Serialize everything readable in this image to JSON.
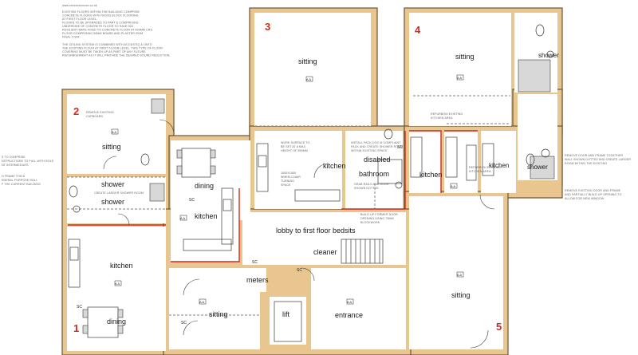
{
  "units": [
    "1",
    "2",
    "3",
    "4",
    "5"
  ],
  "rooms": {
    "sitting": "sitting",
    "shower": "shower",
    "kitchen": "kitchen",
    "dining": "dining",
    "disabled_bathroom_1": "disabled",
    "disabled_bathroom_2": "bathroom",
    "lobby": "lobby to first floor bedsits",
    "cleaner": "cleaner",
    "meters": "meters",
    "lift": "lift",
    "entrance": "entrance"
  },
  "symbols": {
    "sc": "SC",
    "light": "A A"
  },
  "notes": {
    "website": "www.xxxxxxxxxxxxx.co.uk",
    "existing_floors": [
      "EXISTING FLOORS WITHIN THE BUILDING COMPRISE",
      "CONCRETE FLOORS WITH WOOD BLOCK FLOORING",
      "AT FIRST FLOOR LEVEL.",
      "FLOORS TO BE UPGRADED TO PART E COMPRISING",
      "UNDERSIDE OF CONCRETE FLOOR TO HAVE 50X",
      "RESILIENT BARS FIXED TO CONCRETE FLOOR AT 400MM CRS",
      "FLOOR COMPRISING 50MM BOARD AND PLASTER SKIM",
      "FINAL COAT."
    ],
    "ceiling": [
      "THE CEILING SYSTEM IS COMBINED WITH ACOUSTIQ & ONTO",
      "THE EXISTING FLOOR AT FIRST FLOOR LEVEL. THIS TYPE OF FLOOR",
      "COVERING MUST BE TAKEN UP AS PART OF ANY FUTURE",
      "REFURBISHMENT AS IT WILL PROVIDE THE DESIRED SOUND REDUCTION."
    ],
    "left_notes": [
      "S TO COMPRISE",
      "NSTRUCTIONS TO FULL WITH ROLE",
      "NT INTERMEDIATE",
      "",
      "H FRAME THICK",
      "ENERAL PURPOSE ROLL",
      "F THE CURRENT BUILDING"
    ],
    "right_note_1": [
      "REMOVE DOOR AND FRAME TOGETHER",
      "WALL SHOWN DOTTED AND CREATE LARGER",
      "ROOM WITHIN THE EXISTING"
    ],
    "right_note_2": [
      "REMOVE EXISTING DOOR AND FRAME",
      "AND PARTIALLY BUILD UP OPENING TO",
      "ALLOW FOR NEW WINDOW"
    ],
    "remove_cupboard": [
      "REMOVE EXISTING",
      "CUPBOARD"
    ],
    "create_shower": "CREATE LARGER SHOWER ROOM",
    "work_surface": [
      "WORK SURFACE TO",
      "BE SET AT A MAX",
      "HEIGHT OF 850MM",
      "",
      "1500X1500",
      "WHEELCHAIR",
      "TURNING",
      "SPACE"
    ],
    "install_pack": [
      "INSTALL PACK DOC M COMPLIANT",
      "PACK AND CREATE SHOWER ROOM",
      "WITHIN EXISTING SPACE"
    ],
    "grab_rails": [
      "GRAB RAILS AND DOOR",
      "SHOWN DOTTED"
    ],
    "refurbish_1": [
      "REFURBISH EXISTING",
      "KITCHEN AREA"
    ],
    "refurbish_2": [
      "REFURBISH EXISTING",
      "KITCHEN AREA"
    ],
    "build_up": [
      "BUILD UP FORMER DOOR",
      "OPENING USING 75MM",
      "BLOCKWORK"
    ]
  }
}
